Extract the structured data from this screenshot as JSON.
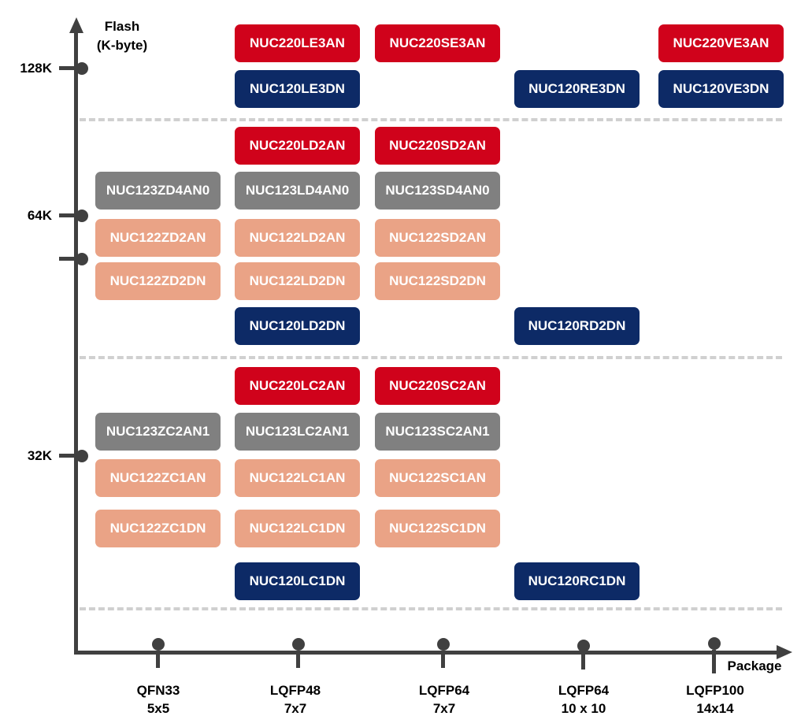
{
  "axes": {
    "y_title_line1": "Flash",
    "y_title_line2": "(K-byte)",
    "x_title": "Package",
    "y_ticks": [
      "128K",
      "64K",
      "32K"
    ],
    "x_categories": [
      {
        "line1": "QFN33",
        "line2": "5x5"
      },
      {
        "line1": "LQFP48",
        "line2": "7x7"
      },
      {
        "line1": "LQFP64",
        "line2": "7x7"
      },
      {
        "line1": "LQFP64",
        "line2": "10 x 10"
      },
      {
        "line1": "LQFP100",
        "line2": "14x14"
      }
    ]
  },
  "colors": {
    "NUC220": "#d0021b",
    "NUC120": "#0d2a66",
    "NUC123": "#808080",
    "NUC122": "#eaa386",
    "axis": "#404040",
    "grid": "#d0d0d0"
  },
  "parts": {
    "p128_lqfp48_nuc220": "NUC220LE3AN",
    "p128_lqfp64_nuc220": "NUC220SE3AN",
    "p128_lqfp100_nuc220": "NUC220VE3AN",
    "p128_lqfp48_nuc120": "NUC120LE3DN",
    "p128_lqfp64l_nuc120": "NUC120RE3DN",
    "p128_lqfp100_nuc120": "NUC120VE3DN",
    "p64_lqfp48_nuc220": "NUC220LD2AN",
    "p64_lqfp64_nuc220": "NUC220SD2AN",
    "p64_qfn33_nuc123": "NUC123ZD4AN0",
    "p64_lqfp48_nuc123": "NUC123LD4AN0",
    "p64_lqfp64_nuc123": "NUC123SD4AN0",
    "p64_qfn33_nuc122a": "NUC122ZD2AN",
    "p64_lqfp48_nuc122a": "NUC122LD2AN",
    "p64_lqfp64_nuc122a": "NUC122SD2AN",
    "p64_qfn33_nuc122d": "NUC122ZD2DN",
    "p64_lqfp48_nuc122d": "NUC122LD2DN",
    "p64_lqfp64_nuc122d": "NUC122SD2DN",
    "p64_lqfp48_nuc120": "NUC120LD2DN",
    "p64_lqfp64l_nuc120": "NUC120RD2DN",
    "p32_lqfp48_nuc220": "NUC220LC2AN",
    "p32_lqfp64_nuc220": "NUC220SC2AN",
    "p32_qfn33_nuc123": "NUC123ZC2AN1",
    "p32_lqfp48_nuc123": "NUC123LC2AN1",
    "p32_lqfp64_nuc123": "NUC123SC2AN1",
    "p32_qfn33_nuc122a": "NUC122ZC1AN",
    "p32_lqfp48_nuc122a": "NUC122LC1AN",
    "p32_lqfp64_nuc122a": "NUC122SC1AN",
    "p32_qfn33_nuc122d": "NUC122ZC1DN",
    "p32_lqfp48_nuc122d": "NUC122LC1DN",
    "p32_lqfp64_nuc122d": "NUC122SC1DN",
    "p32_lqfp48_nuc120": "NUC120LC1DN",
    "p32_lqfp64l_nuc120": "NUC120RC1DN"
  }
}
